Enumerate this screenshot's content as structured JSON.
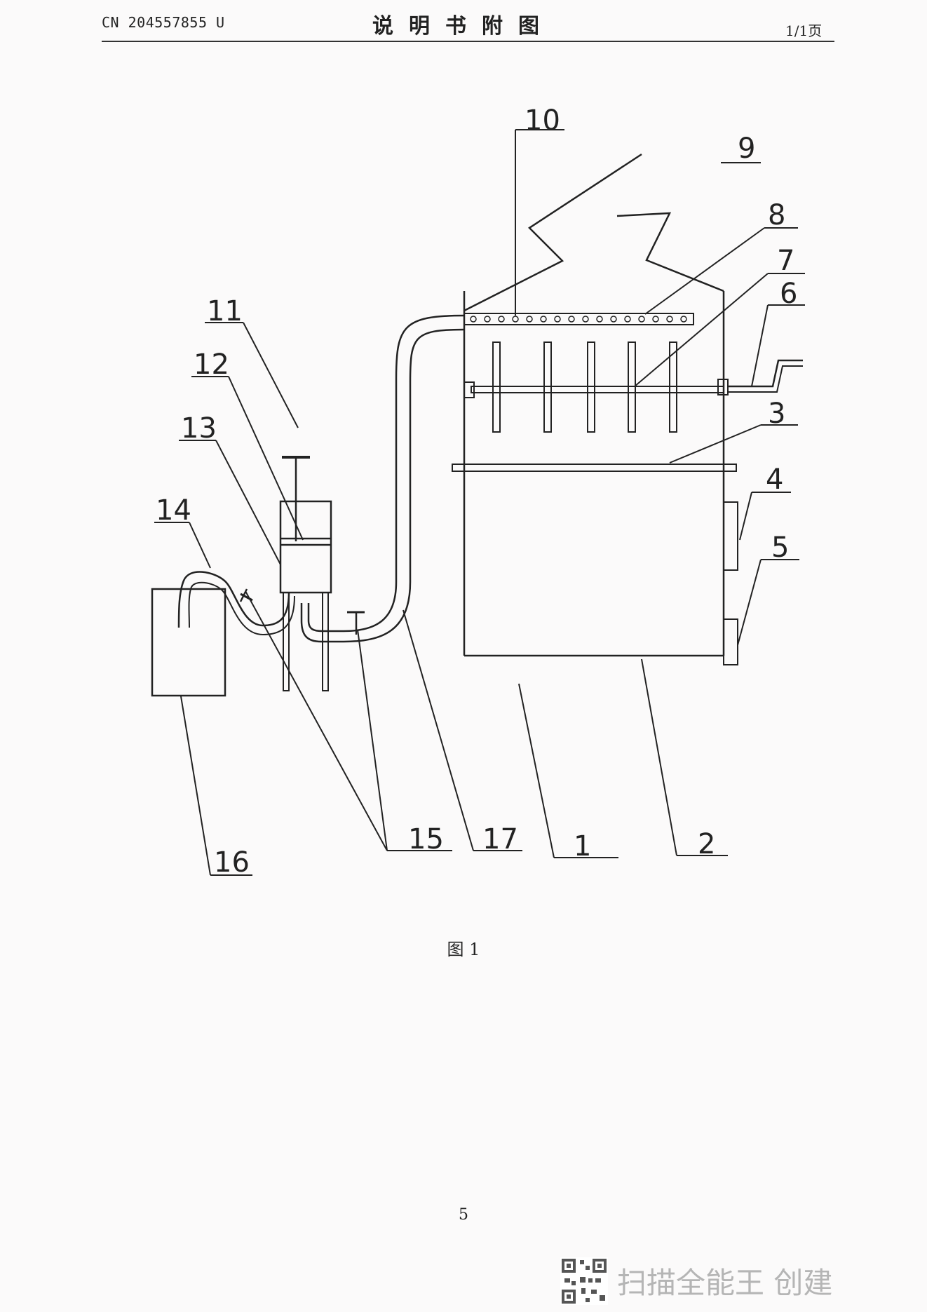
{
  "header": {
    "patent_number": "CN 204557855 U",
    "title": "说明书附图",
    "page_indicator": "1/1页"
  },
  "figure": {
    "caption": "图 1",
    "labels": {
      "l1": "1",
      "l2": "2",
      "l3": "3",
      "l4": "4",
      "l5": "5",
      "l6": "6",
      "l7": "7",
      "l8": "8",
      "l9": "9",
      "l10": "10",
      "l11": "11",
      "l12": "12",
      "l13": "13",
      "l14": "14",
      "l15": "15",
      "l16": "16",
      "l17": "17"
    }
  },
  "footer": {
    "page_number": "5",
    "watermark_text": "扫描全能王 创建"
  }
}
